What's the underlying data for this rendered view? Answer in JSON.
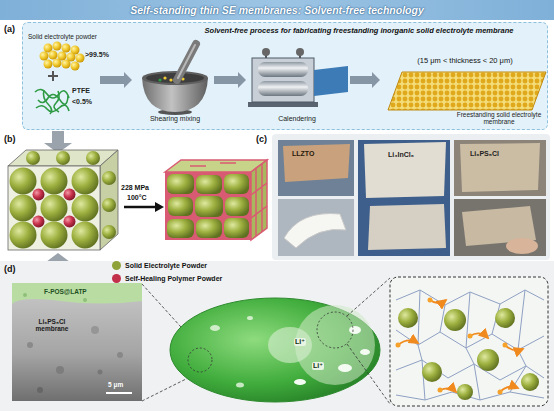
{
  "diagram": {
    "title": "Self-standing thin SE membranes: Solvent-free technology",
    "nodes": [
      {
        "text": [
          "Solvent-free process for fabricating freestanding inorganic solid electrolyte membrane"
        ]
      }
    ],
    "labels": [
      "(a)",
      "Solid electrolyte powder",
      ">99.5%",
      "PTFE",
      "<0.5%",
      "Shearing mixing",
      "Calendering",
      "(15 μm < thickness < 20 μm)",
      "Freestanding solid electrolyte membrane",
      "(b)",
      "228 MPa",
      "100°C",
      "(c)",
      "LLZTO",
      "Li₃InCl₆",
      "Li₆PS₅Cl",
      "(d)",
      "F-POS@LATP",
      "Li₆PS₅Cl membrane",
      "5 μm",
      "Li⁺",
      "Li⁺"
    ],
    "legend": [
      {
        "text": "Solid Electrolyte Powder",
        "color": "#8fa23a"
      },
      {
        "text": "Self-Healing Polymer Powder",
        "color": "#c2304a"
      }
    ]
  }
}
